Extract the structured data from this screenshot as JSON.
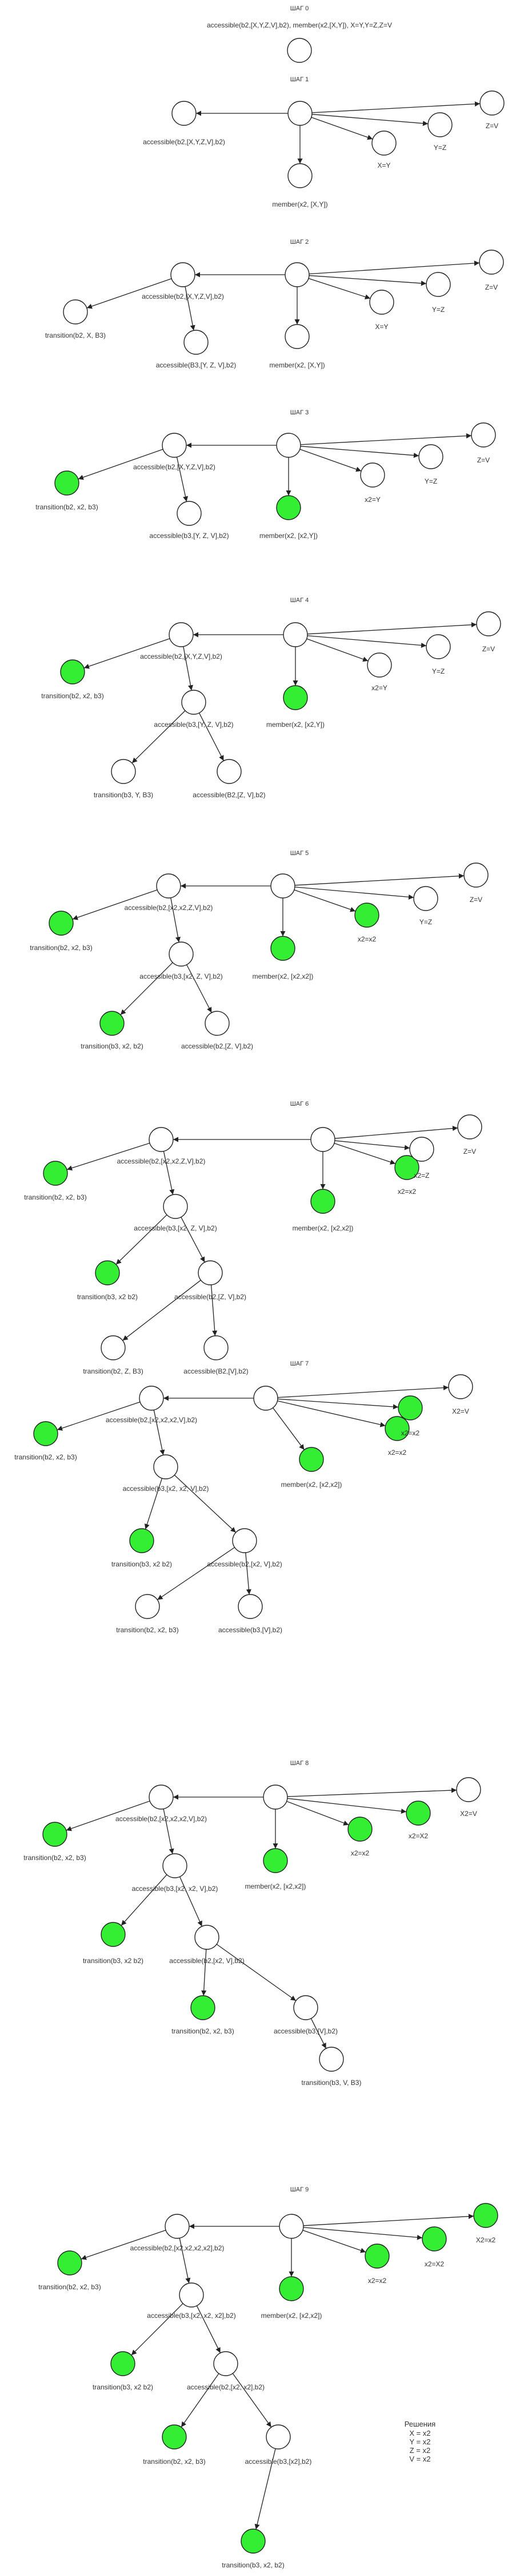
{
  "colors": {
    "node_fill": "#ffffff",
    "node_active": "#33ee33",
    "stroke": "#222222",
    "text": "#333333"
  },
  "steps": [
    {
      "title": "ШАГ 0",
      "labels": [
        "accessible(b2,[X,Y,Z,V],b2), member(x2,[X,Y]), X=Y,Y=Z,Z=V"
      ],
      "nodes": [
        0
      ],
      "edges": []
    },
    {
      "title": "ШАГ 1",
      "labels": [
        "accessible(b2,[X,Y,Z,V],b2)",
        "member(x2, [X,Y])",
        "X=Y",
        "Y=Z",
        "Z=V"
      ],
      "nodes": [
        0,
        0,
        0,
        0,
        0,
        0
      ],
      "edges": []
    },
    {
      "title": "ШАГ 2",
      "labels": [
        "accessible(b2,[X,Y,Z,V],b2)",
        "member(x2, [X,Y])",
        "X=Y",
        "Y=Z",
        "Z=V",
        "transition(b2, X, B3)",
        "accessible(B3,[Y, Z, V],b2)"
      ],
      "nodes": [
        0,
        0,
        0,
        0,
        0,
        0,
        0,
        0
      ],
      "edges": []
    },
    {
      "title": "ШАГ 3",
      "labels": [
        "accessible(b2,[X,Y,Z,V],b2)",
        "member(x2, [x2,Y])",
        "x2=Y",
        "Y=Z",
        "Z=V",
        "transition(b2, x2, b3)",
        "accessible(b3,[Y, Z, V],b2)"
      ],
      "nodes": [
        0,
        0,
        1,
        0,
        0,
        0,
        1,
        0
      ],
      "edges": []
    },
    {
      "title": "ШАГ 4",
      "labels": [
        "accessible(b2,[X,Y,Z,V],b2)",
        "member(x2, [x2,Y])",
        "x2=Y",
        "Y=Z",
        "Z=V",
        "transition(b2, x2, b3)",
        "accessible(b3,[Y, Z, V],b2)",
        "transition(b3, Y, B3)",
        "accessible(B2,[Z, V],b2)"
      ],
      "nodes": [
        0,
        0,
        1,
        0,
        0,
        0,
        1,
        0,
        0,
        0
      ],
      "edges": []
    },
    {
      "title": "ШАГ 5",
      "labels": [
        "accessible(b2,[x2,x2,Z,V],b2)",
        "member(x2, [x2,x2])",
        "x2=x2",
        "Y=Z",
        "Z=V",
        "transition(b2, x2, b3)",
        "accessible(b3,[x2, Z, V],b2)",
        "transition(b3, x2, b2)",
        "accessible(b2,[Z, V],b2)"
      ],
      "nodes": [
        0,
        0,
        1,
        1,
        0,
        0,
        1,
        0,
        1,
        0
      ],
      "edges": []
    },
    {
      "title": "ШАГ 6",
      "labels": [
        "accessible(b2,[x2,x2,Z,V],b2)",
        "member(x2, [x2,x2])",
        "x2=x2",
        "x2=Z",
        "Z=V",
        "transition(b2, x2, b3)",
        "accessible(b3,[x2, Z, V],b2)",
        "transition(b3, x2 b2)",
        "accessible(b2,[Z, V],b2)",
        "transition(b2, Z, B3)",
        "accessible(B2,[V],b2)"
      ],
      "nodes": [
        0,
        0,
        1,
        1,
        0,
        0,
        1,
        0,
        1,
        0,
        0,
        0
      ],
      "edges": []
    },
    {
      "title": "ШАГ 7",
      "labels": [
        "accessible(b2,[x2,x2,x2,V],b2)",
        "member(x2, [x2,x2])",
        "x2=x2",
        "x2=x2",
        "X2=V",
        "transition(b2, x2, b3)",
        "accessible(b3,[x2, x2, V],b2)",
        "transition(b3, x2 b2)",
        "accessible(b2,[x2, V],b2)",
        "transition(b2, x2, b3)",
        "accessible(b3,[V],b2)"
      ],
      "nodes": [
        0,
        0,
        1,
        1,
        1,
        0,
        1,
        0,
        1,
        0,
        0,
        0
      ],
      "edges": []
    },
    {
      "title": "ШАГ 8",
      "labels": [
        "accessible(b2,[x2,x2,x2,V],b2)",
        "member(x2, [x2,x2])",
        "x2=x2",
        "x2=X2",
        "X2=V",
        "transition(b2, x2, b3)",
        "accessible(b3,[x2, x2, V],b2)",
        "transition(b3, x2 b2)",
        "accessible(b2,[x2, V],b2)",
        "transition(b2, x2, b3)",
        "accessible(b3,[V],b2)",
        "transition(b3, V, B3)"
      ],
      "nodes": [
        0,
        0,
        1,
        1,
        1,
        0,
        1,
        0,
        1,
        0,
        1,
        0,
        0
      ],
      "edges": []
    },
    {
      "title": "ШАГ 9",
      "labels": [
        "accessible(b2,[x2,x2,x2,x2],b2)",
        "member(x2, [x2,x2])",
        "x2=x2",
        "x2=X2",
        "X2=x2",
        "transition(b2, x2, b3)",
        "accessible(b3,[x2, x2, x2],b2)",
        "transition(b3, x2 b2)",
        "accessible(b2,[x2, x2],b2)",
        "transition(b2, x2, b3)",
        "accessible(b3,[x2],b2)",
        "transition(b3, x2, b2)"
      ],
      "nodes": [
        0,
        0,
        1,
        1,
        1,
        1,
        1,
        0,
        1,
        0,
        1,
        0,
        1
      ],
      "edges": []
    }
  ],
  "solution": {
    "title": "Решения",
    "lines": [
      "X = x2",
      "Y = x2",
      "Z = x2",
      "V = x2"
    ]
  }
}
